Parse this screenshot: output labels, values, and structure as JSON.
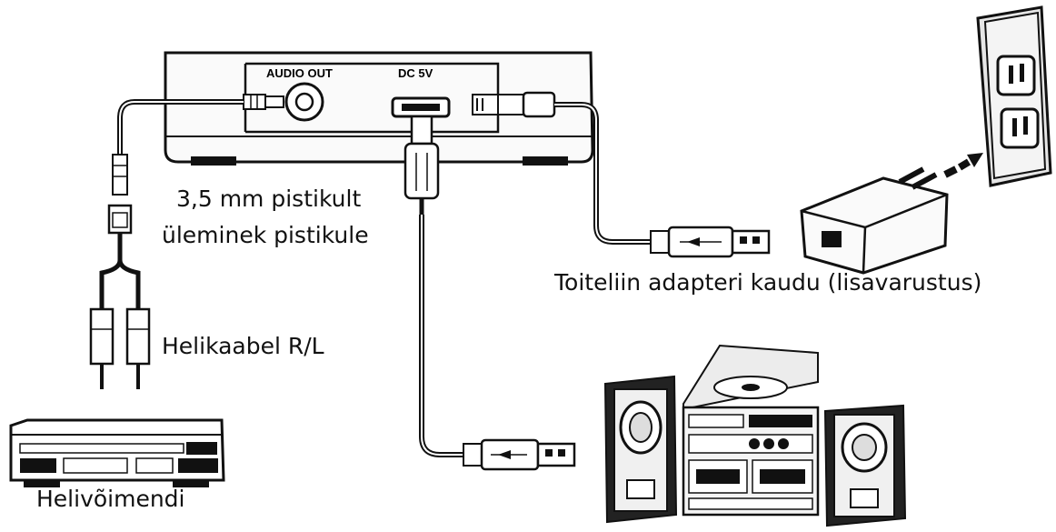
{
  "device": {
    "audio_out_label": "AUDIO OUT",
    "dc_label": "DC 5V"
  },
  "captions": {
    "adapter_line1": "3,5 mm pistikult",
    "adapter_line2": "üleminek pistikule",
    "rca_cable": "Helikaabel R/L",
    "amplifier": "Helivõimendi",
    "power_via_adapter": "Toiteliin adapteri kaudu (lisavarustus)"
  },
  "icons": [
    "usb-audio-device",
    "3-5mm-plug",
    "rca-plugs",
    "amplifier",
    "usb-plug",
    "power-adapter",
    "wall-outlet",
    "hifi-system"
  ]
}
